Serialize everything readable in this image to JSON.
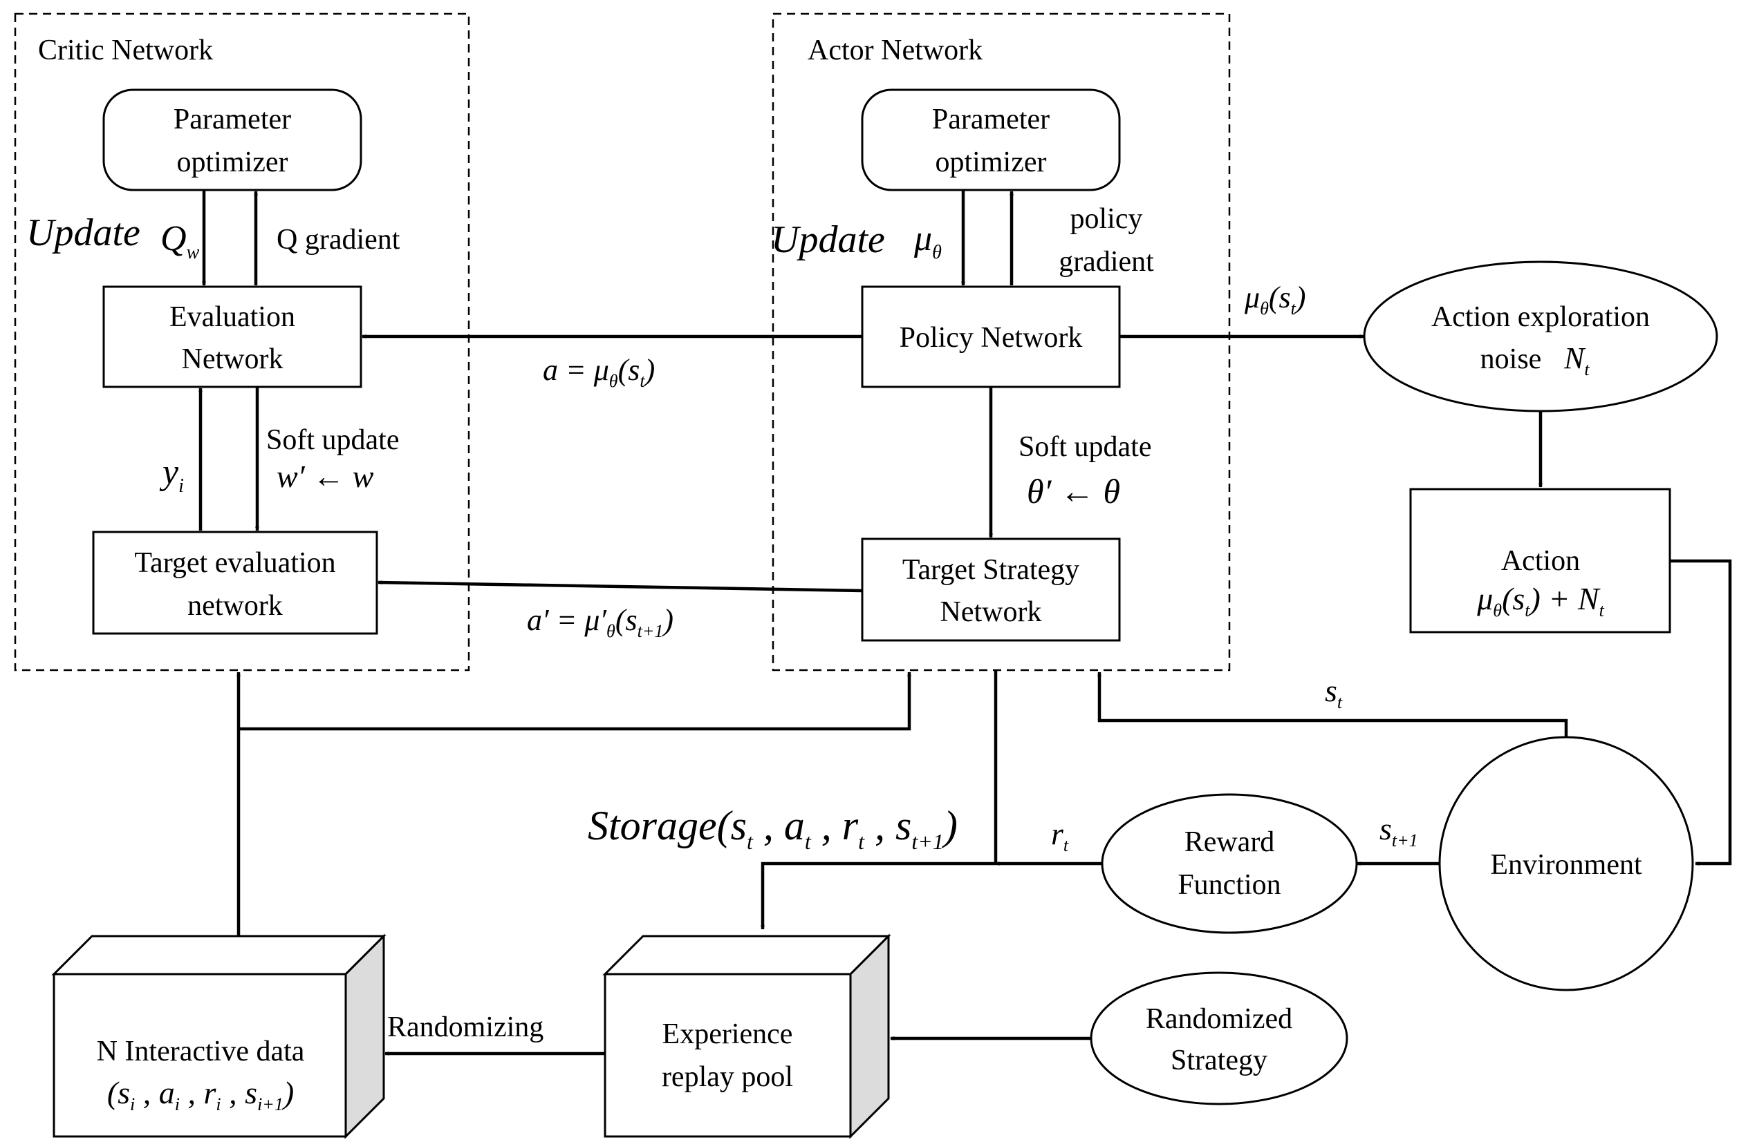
{
  "critic_group": {
    "title": "Critic Network"
  },
  "actor_group": {
    "title": "Actor Network"
  },
  "critic": {
    "optimizer": [
      "Parameter",
      "optimizer"
    ],
    "evaluation": [
      "Evaluation",
      "Network"
    ],
    "target": [
      "Target evaluation",
      "network"
    ],
    "update_label": "Update",
    "q_symbol": "Q",
    "q_sub": "w",
    "q_gradient": "Q gradient",
    "soft_update": "Soft update",
    "soft_rule": "w′ ← w",
    "y_symbol": "y",
    "y_sub": "i"
  },
  "actor": {
    "optimizer": [
      "Parameter",
      "optimizer"
    ],
    "policy": "Policy Network",
    "target": [
      "Target Strategy",
      "Network"
    ],
    "update_label": "Update",
    "mu_symbol": "μ",
    "mu_sub": "θ",
    "policy_gradient": [
      "policy",
      "gradient"
    ],
    "soft_update": "Soft update",
    "soft_rule": "θ′ ← θ"
  },
  "edges": {
    "a_eq": "a = μθ(st)",
    "a_prime_eq": "a′ = μ′θ(st+1)",
    "mu_st": "μθ(st)",
    "st": "st",
    "st1": "st+1",
    "rt": "rt",
    "randomizing": "Randomizing",
    "storage": "Storage(st , at , rt , st+1)"
  },
  "noise": {
    "line1": "Action exploration",
    "line2": "noise",
    "symbol": "N",
    "sub": "t"
  },
  "action": {
    "title": "Action",
    "formula": "μθ(st) + Nt"
  },
  "environment": {
    "label": "Environment"
  },
  "reward": [
    "Reward",
    "Function"
  ],
  "randomized": [
    "Randomized",
    "Strategy"
  ],
  "replay": [
    "Experience",
    "replay pool"
  ],
  "interactive": {
    "title": "N Interactive data",
    "formula": "(si , ai , ri , si+1)"
  }
}
